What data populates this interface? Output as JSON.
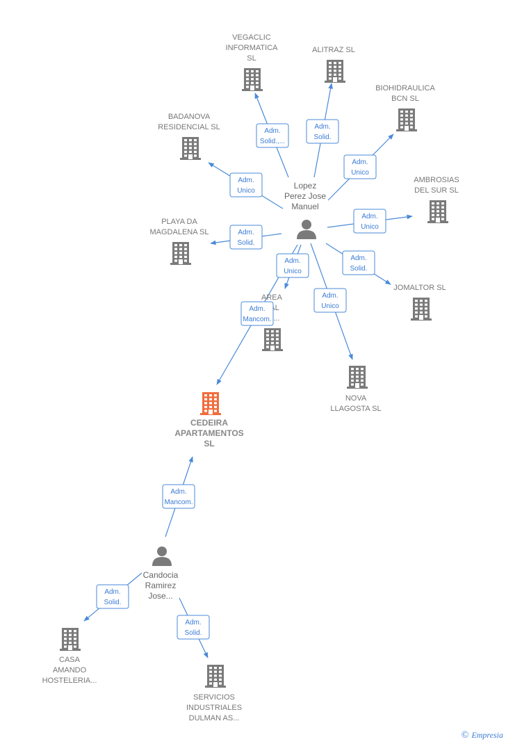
{
  "colors": {
    "company": "#7a7a7a",
    "focus": "#f26c3c",
    "person": "#7a7a7a",
    "edge": "#4a8ad8"
  },
  "nodes": [
    {
      "id": "vegaclic",
      "kind": "company",
      "lines": [
        "VEGACLIC",
        "INFORMATICA",
        "SL"
      ]
    },
    {
      "id": "alitraz",
      "kind": "company",
      "lines": [
        "ALITRAZ SL"
      ]
    },
    {
      "id": "biohidraulica",
      "kind": "company",
      "lines": [
        "BIOHIDRAULICA",
        "BCN  SL"
      ]
    },
    {
      "id": "badanova",
      "kind": "company",
      "lines": [
        "BADANOVA",
        "RESIDENCIAL SL"
      ]
    },
    {
      "id": "ambrosias",
      "kind": "company",
      "lines": [
        "AMBROSIAS",
        "DEL SUR  SL"
      ]
    },
    {
      "id": "playa",
      "kind": "company",
      "lines": [
        "PLAYA DA",
        "MAGDALENA SL"
      ]
    },
    {
      "id": "jomaltor",
      "kind": "company",
      "lines": [
        "JOMALTOR  SL"
      ]
    },
    {
      "id": "area",
      "kind": "company",
      "lines": [
        "AREA",
        "NAL",
        "TE..."
      ]
    },
    {
      "id": "nova",
      "kind": "company",
      "lines": [
        "NOVA",
        "LLAGOSTA SL"
      ]
    },
    {
      "id": "cedeira",
      "kind": "focus",
      "lines": [
        "CEDEIRA",
        "APARTAMENTOS",
        "SL"
      ]
    },
    {
      "id": "casa",
      "kind": "company",
      "lines": [
        "CASA",
        "AMANDO",
        "HOSTELERIA..."
      ]
    },
    {
      "id": "servicios",
      "kind": "company",
      "lines": [
        "SERVICIOS",
        "INDUSTRIALES",
        "DULMAN AS..."
      ]
    },
    {
      "id": "lopez",
      "kind": "person",
      "lines": [
        "Lopez",
        "Perez Jose",
        "Manuel"
      ]
    },
    {
      "id": "candocia",
      "kind": "person",
      "lines": [
        "Candocia",
        "Ramirez",
        "Jose..."
      ]
    }
  ],
  "edges": [
    {
      "from": "lopez",
      "to": "vegaclic",
      "label": [
        "Adm.",
        "Solid.,..."
      ]
    },
    {
      "from": "lopez",
      "to": "alitraz",
      "label": [
        "Adm.",
        "Solid."
      ]
    },
    {
      "from": "lopez",
      "to": "biohidraulica",
      "label": [
        "Adm.",
        "Unico"
      ]
    },
    {
      "from": "lopez",
      "to": "badanova",
      "label": [
        "Adm.",
        "Unico"
      ]
    },
    {
      "from": "lopez",
      "to": "ambrosias",
      "label": [
        "Adm.",
        "Unico"
      ]
    },
    {
      "from": "lopez",
      "to": "playa",
      "label": [
        "Adm.",
        "Solid."
      ]
    },
    {
      "from": "lopez",
      "to": "jomaltor",
      "label": [
        "Adm.",
        "Solid."
      ]
    },
    {
      "from": "lopez",
      "to": "area",
      "label": [
        "Adm.",
        "Unico"
      ]
    },
    {
      "from": "lopez",
      "to": "nova",
      "label": [
        "Adm.",
        "Unico"
      ]
    },
    {
      "from": "lopez",
      "to": "cedeira",
      "label": [
        "Adm.",
        "Mancom."
      ]
    },
    {
      "from": "candocia",
      "to": "cedeira",
      "label": [
        "Adm.",
        "Mancom."
      ]
    },
    {
      "from": "candocia",
      "to": "casa",
      "label": [
        "Adm.",
        "Solid."
      ]
    },
    {
      "from": "candocia",
      "to": "servicios",
      "label": [
        "Adm.",
        "Solid."
      ]
    }
  ],
  "footer": {
    "copyright": "©",
    "brand": "Empresia"
  }
}
